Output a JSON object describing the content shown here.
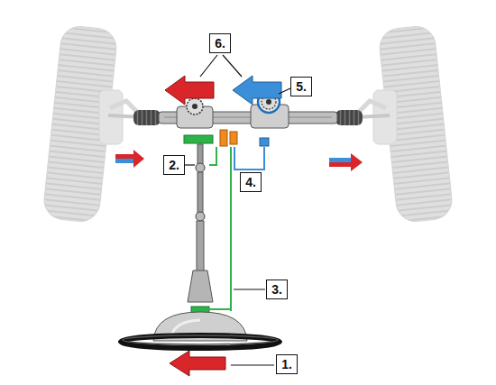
{
  "diagram": {
    "nodes": [
      {
        "text": [
          "6."
        ]
      },
      {
        "text": [
          "5."
        ]
      },
      {
        "text": [
          "2."
        ]
      },
      {
        "text": [
          "4."
        ]
      },
      {
        "text": [
          "3."
        ]
      },
      {
        "text": [
          "1."
        ]
      }
    ]
  }
}
